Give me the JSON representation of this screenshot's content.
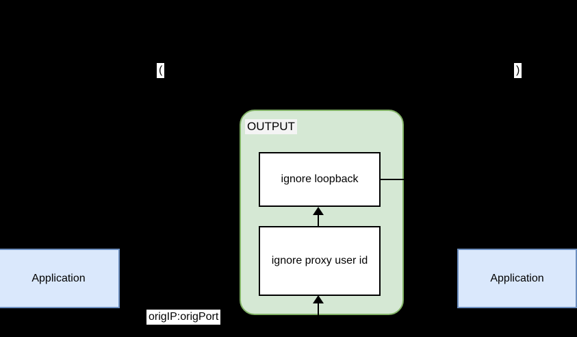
{
  "diagram": {
    "background_color": "#000000",
    "chain": {
      "label": "OUTPUT",
      "fill_color": "#d5e8d4",
      "border_color": "#82b366",
      "rules": [
        {
          "label": "ignore loopback"
        },
        {
          "label": "ignore proxy user id"
        }
      ]
    },
    "applications": [
      {
        "label": "Application",
        "position": "left"
      },
      {
        "label": "Application",
        "position": "right"
      }
    ],
    "app_fill_color": "#dae8fc",
    "app_border_color": "#6c8ebf",
    "floating_labels": {
      "paren_open": "(",
      "paren_close": ")",
      "orig_address": "origIP:origPort"
    }
  }
}
